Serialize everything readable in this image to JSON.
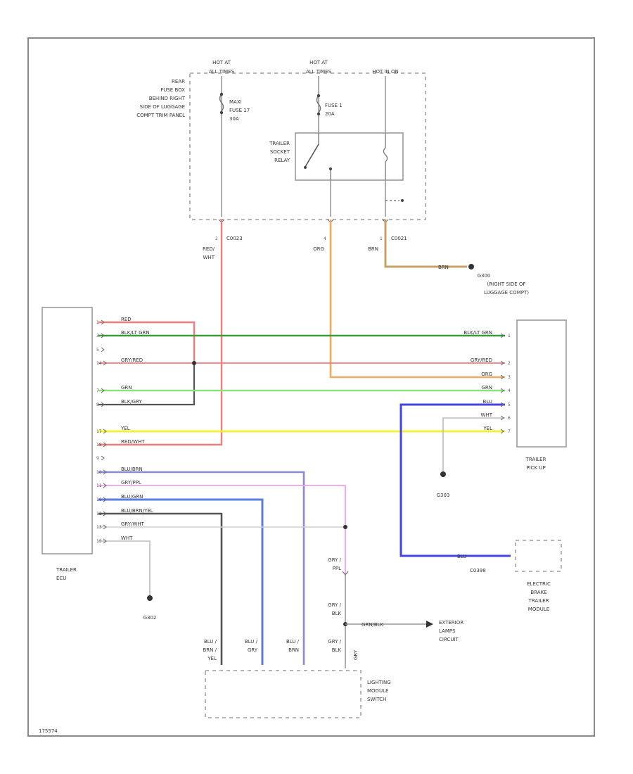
{
  "labels": {
    "hot1": "HOT AT",
    "hot1b": "ALL TIMES",
    "hot2": "HOT AT",
    "hot2b": "ALL TIMES",
    "hot3": "HOT IN ON",
    "fusebox1": "REAR",
    "fusebox2": "FUSE BOX",
    "fusebox3": "BEHIND RIGHT",
    "fusebox4": "SIDE OF LUGGAGE",
    "fusebox5": "COMPT TRIM PANEL",
    "maxi1": "MAXI",
    "maxi2": "FUSE 17",
    "maxi3": "30A",
    "fuse1a": "FUSE 1",
    "fuse1b": "20A",
    "relay1": "TRAILER",
    "relay2": "SOCKET",
    "relay3": "RELAY",
    "pinA": "2",
    "connA": "C0023",
    "wireA1": "RED/",
    "wireA2": "WHT",
    "pinB": "4",
    "wireB": "ORG",
    "pinC": "1",
    "connC": "C0021",
    "wireC": "BRN",
    "g300_wire": "BRN",
    "g300a": "G300",
    "g300b": "(RIGHT SIDE OF",
    "g300c": "LUGGAGE COMPT)",
    "ecu1": "TRAILER",
    "ecu2": "ECU",
    "pickup1": "TRAILER",
    "pickup2": "PICK UP",
    "g302": "G302",
    "g303": "G303",
    "brake1": "ELECTRIC",
    "brake2": "BRAKE",
    "brake3": "TRAILER",
    "brake4": "MODULE",
    "c0398": "C0398",
    "blu_brake": "BLU",
    "lm1": "LIGHTING",
    "lm2": "MODULE",
    "lm3": "SWITCH",
    "ext1": "EXTERIOR",
    "ext2": "LAMPS",
    "ext3": "CIRCUIT",
    "v1a": "GRY /",
    "v1b": "PPL",
    "v2a": "GRY /",
    "v2b": "BLK",
    "grnblk": "GRN/BLK",
    "v3a": "GRY /",
    "v3b": "BLK",
    "v4": "GRY",
    "bl1a": "BLU /",
    "bl1b": "BRN /",
    "bl1c": "YEL",
    "bl2a": "BLU /",
    "bl2b": "GRY",
    "bl3a": "BLU /",
    "bl3b": "BRN",
    "footer": "175574"
  },
  "ecu_pins": [
    {
      "pin": "1",
      "wire": "RED"
    },
    {
      "pin": "3",
      "wire": "BLK/LT GRN"
    },
    {
      "pin": "5",
      "wire": ""
    },
    {
      "pin": "14",
      "wire": "GRY/RED"
    },
    {
      "pin": "7",
      "wire": "GRN"
    },
    {
      "pin": "8",
      "wire": "BLK/GRY"
    },
    {
      "pin": "17",
      "wire": "YEL"
    },
    {
      "pin": "18",
      "wire": "RED/WHT"
    },
    {
      "pin": "9",
      "wire": ""
    },
    {
      "pin": "10",
      "wire": "BLU/BRN"
    },
    {
      "pin": "11",
      "wire": "GRY/PPL"
    },
    {
      "pin": "16",
      "wire": "BLU/GRN"
    },
    {
      "pin": "12",
      "wire": "BLU/BRN/YEL"
    },
    {
      "pin": "13",
      "wire": "GRY/WHT"
    },
    {
      "pin": "15",
      "wire": "WHT"
    }
  ],
  "pickup_pins": [
    {
      "pin": "1",
      "wire": "BLK/LT GRN"
    },
    {
      "pin": "2",
      "wire": "GRY/RED"
    },
    {
      "pin": "3",
      "wire": "ORG"
    },
    {
      "pin": "4",
      "wire": "GRN"
    },
    {
      "pin": "5",
      "wire": "BLU"
    },
    {
      "pin": "6",
      "wire": "WHT"
    },
    {
      "pin": "7",
      "wire": "YEL"
    }
  ],
  "colors": {
    "red": "#f07d7d",
    "orange": "#f2ab62",
    "darkgreen": "#3c9a3c",
    "lightgreen": "#8ee27b",
    "yellow": "#f2f23a",
    "blue": "#4444e6",
    "medblue": "#5c7ee0",
    "purple": "#8989d6",
    "pink": "#f0a0e6",
    "darkgrey": "#555555",
    "grey": "#999999",
    "brown": "#c9a064"
  }
}
